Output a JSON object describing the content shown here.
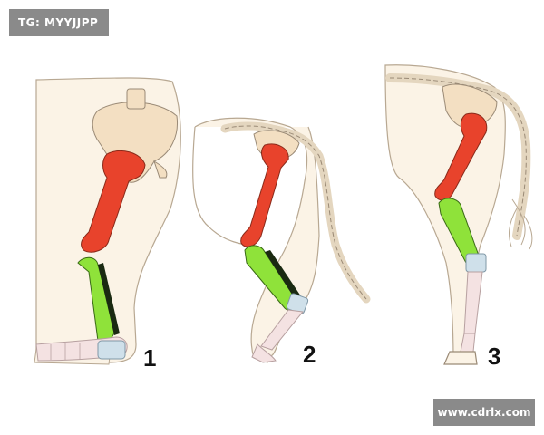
{
  "watermark_top": "TG: MYYJJPP",
  "watermark_bottom": "www.cdrlx.com",
  "figures": [
    {
      "label": "1"
    },
    {
      "label": "2"
    },
    {
      "label": "3"
    }
  ],
  "colors": {
    "femur": "#e8432c",
    "tibia": "#8fe23a",
    "fibula": "#1a2a12",
    "skin": "#f8ecd8",
    "bone_pale": "#f3dfc2",
    "foot_bone": "#cfe0ea",
    "outline": "#9a8a76"
  }
}
